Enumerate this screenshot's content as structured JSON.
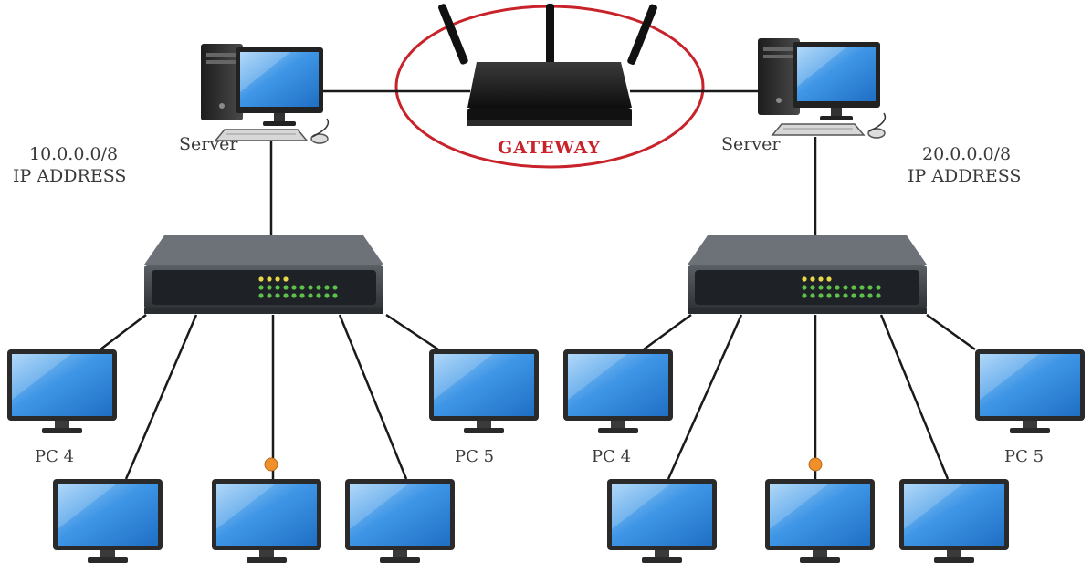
{
  "networks": [
    {
      "id": "left",
      "server_label": "Server",
      "subnet": "10.0.0.0/8",
      "address_label": "IP ADDRESS",
      "pc_labels": [
        "PC 4",
        "PC 5"
      ]
    },
    {
      "id": "right",
      "server_label": "Server",
      "subnet": "20.0.0.0/8",
      "address_label": "IP ADDRESS",
      "pc_labels": [
        "PC 4",
        "PC 5"
      ]
    }
  ],
  "gateway": {
    "label": "GATEWAY"
  },
  "colors": {
    "wire": "#1a1a1a",
    "gateway_ring": "#c8222a",
    "gateway_label": "#c8222a",
    "screen": "#2f86e0",
    "screen_highlight": "#8cc6f5",
    "monitor_frame": "#2b2b2b",
    "switch_body": "#3c4045",
    "led_yellow": "#e6d84a",
    "led_green": "#5ec24a",
    "junction_dot": "#f0902a"
  }
}
